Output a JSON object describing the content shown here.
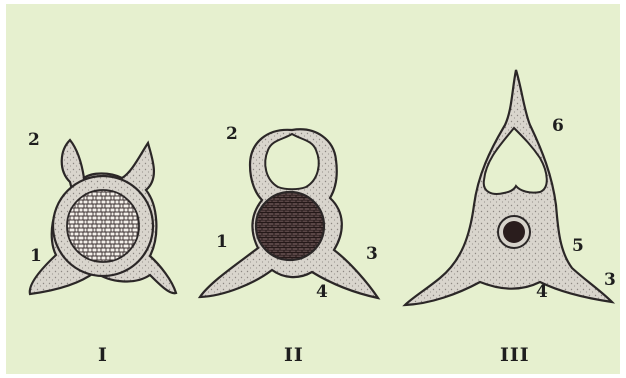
{
  "figures": [
    {
      "id": "I",
      "caption": "I",
      "labels": [
        "2",
        "1"
      ]
    },
    {
      "id": "II",
      "caption": "II",
      "labels": [
        "2",
        "1",
        "3",
        "4"
      ]
    },
    {
      "id": "III",
      "caption": "III",
      "labels": [
        "6",
        "5",
        "4",
        "3"
      ]
    }
  ],
  "colors": {
    "background": "#e6f0cf",
    "fill": "#d7d3cb",
    "stroke": "#2b2727",
    "dark": "#2a1d1d"
  }
}
